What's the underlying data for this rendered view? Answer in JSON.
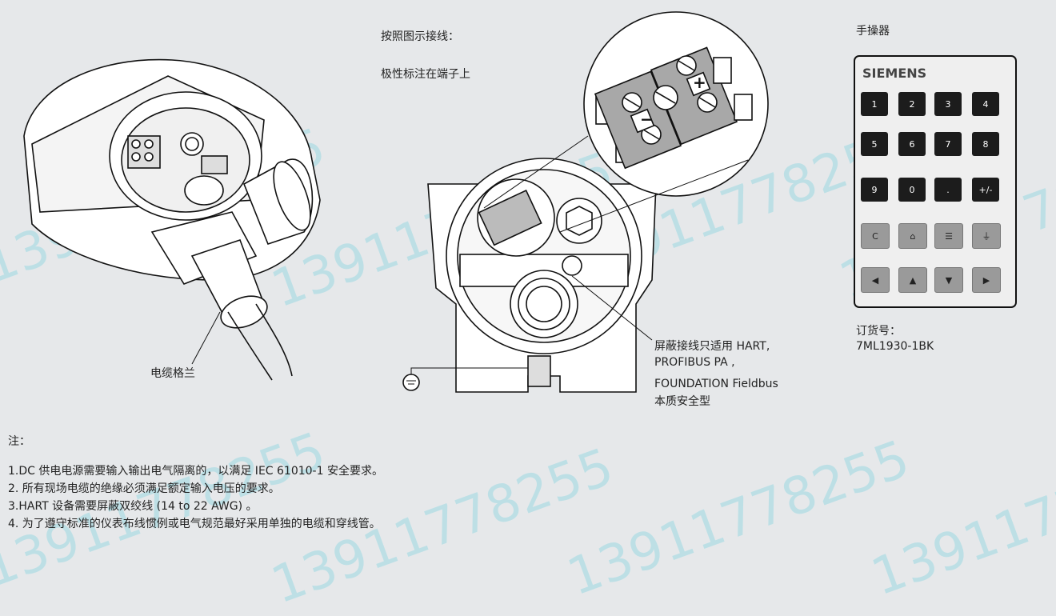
{
  "labels": {
    "wiring_title": "按照图示接线：",
    "polarity": "极性标注在端子上",
    "handheld": "手操器",
    "cable_gland": "电缆格兰",
    "order_no_label": "订货号：",
    "order_no_value": "7ML1930-1BK",
    "shield_line1": "屏蔽接线只适用 HART,",
    "shield_line2": "PROFIBUS PA ,",
    "shield_line3": "FOUNDATION  Fieldbus",
    "shield_line4": "本质安全型",
    "brand": "SIEMENS",
    "plus": "+",
    "minus": "−"
  },
  "keypad": {
    "row1": [
      "1",
      "2",
      "3",
      "4"
    ],
    "row2": [
      "5",
      "6",
      "7",
      "8"
    ],
    "row3": [
      "9",
      "0",
      ".",
      "+/-"
    ],
    "row4": [
      "C",
      "⌂",
      "☰",
      "⏚"
    ],
    "row5": [
      "◀",
      "▲",
      "▼",
      "▶"
    ]
  },
  "notes": {
    "heading": "注：",
    "items": [
      "1.DC 供电电源需要输入输出电气隔离的，以满足 IEC 61010-1 安全要求。",
      "2. 所有现场电缆的绝缘必须满足额定输入电压的要求。",
      "3.HART 设备需要屏蔽双绞线 (14 to 22 AWG) 。",
      "4. 为了遵守标准的仪表布线惯例或电气规范最好采用单独的电缆和穿线管。"
    ]
  },
  "watermark": "13911778255",
  "colors": {
    "background": "#e6e8ea",
    "line": "#111111",
    "fill_gray": "#a8a8a8",
    "watermark": "#2ec4d8"
  }
}
